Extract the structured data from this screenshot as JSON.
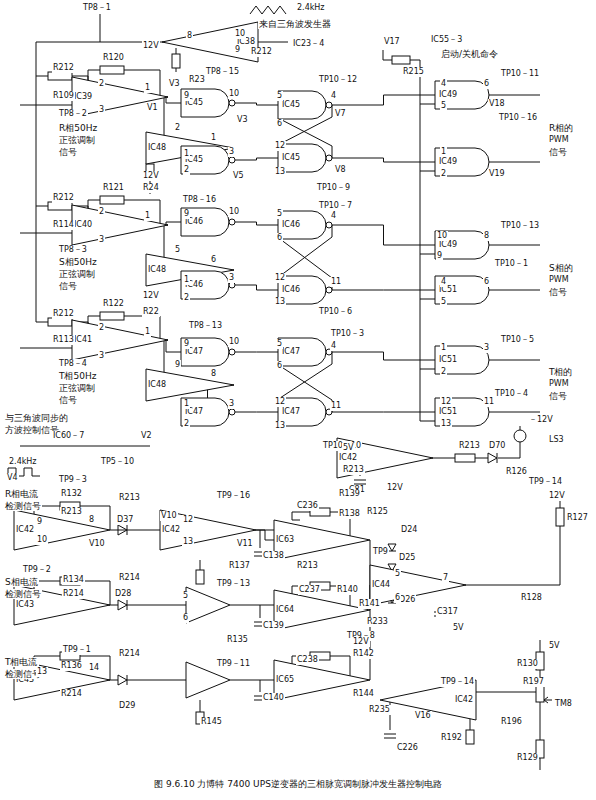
{
  "diagram": {
    "caption": "图 9.6.10 力博特 7400 UPS逆变器的三相脉宽调制脉冲发生器控制电路",
    "nodes": [
      {
        "text": [
          "IC38"
        ]
      },
      {
        "text": [
          "IC39"
        ]
      },
      {
        "text": [
          "IC45"
        ]
      },
      {
        "text": [
          "IC48"
        ]
      },
      {
        "text": [
          "IC45"
        ]
      },
      {
        "text": [
          "IC45"
        ]
      },
      {
        "text": [
          "IC45"
        ]
      },
      {
        "text": [
          "IC49"
        ]
      },
      {
        "text": [
          "IC49"
        ]
      },
      {
        "text": [
          "IC40"
        ]
      },
      {
        "text": [
          "IC46"
        ]
      },
      {
        "text": [
          "IC48"
        ]
      },
      {
        "text": [
          "IC46"
        ]
      },
      {
        "text": [
          "IC46"
        ]
      },
      {
        "text": [
          "IC46"
        ]
      },
      {
        "text": [
          "IC49"
        ]
      },
      {
        "text": [
          "IC51"
        ]
      },
      {
        "text": [
          "IC41"
        ]
      },
      {
        "text": [
          "IC48"
        ]
      },
      {
        "text": [
          "IC47"
        ]
      },
      {
        "text": [
          "IC47"
        ]
      },
      {
        "text": [
          "IC47"
        ]
      },
      {
        "text": [
          "IC47"
        ]
      },
      {
        "text": [
          "IC51"
        ]
      },
      {
        "text": [
          "IC51"
        ]
      },
      {
        "text": [
          "IC42"
        ]
      },
      {
        "text": [
          "IC42"
        ]
      },
      {
        "text": [
          "IC42"
        ]
      },
      {
        "text": [
          "IC63"
        ]
      },
      {
        "text": [
          "IC43"
        ]
      },
      {
        "text": [
          "IC64"
        ]
      },
      {
        "text": [
          "IC43"
        ]
      },
      {
        "text": [
          "IC65"
        ]
      },
      {
        "text": [
          "IC44"
        ]
      },
      {
        "text": [
          "IC42"
        ]
      }
    ],
    "edges": [
      {
        "from": 1,
        "to": 2,
        "arrow": "none"
      },
      {
        "from": 1,
        "to": 3,
        "arrow": "none"
      },
      {
        "from": 2,
        "to": 5,
        "arrow": "none"
      },
      {
        "from": 3,
        "to": 4,
        "arrow": "none"
      },
      {
        "from": 4,
        "to": 6,
        "arrow": "none"
      },
      {
        "from": 5,
        "to": 7,
        "arrow": "none"
      },
      {
        "from": 6,
        "to": 8,
        "arrow": "none"
      },
      {
        "from": 9,
        "to": 10,
        "arrow": "none"
      },
      {
        "from": 9,
        "to": 11,
        "arrow": "none"
      },
      {
        "from": 11,
        "to": 12,
        "arrow": "none"
      },
      {
        "from": 10,
        "to": 13,
        "arrow": "none"
      },
      {
        "from": 12,
        "to": 14,
        "arrow": "none"
      },
      {
        "from": 13,
        "to": 15,
        "arrow": "none"
      },
      {
        "from": 14,
        "to": 16,
        "arrow": "none"
      },
      {
        "from": 17,
        "to": 19,
        "arrow": "none"
      },
      {
        "from": 17,
        "to": 18,
        "arrow": "none"
      },
      {
        "from": 18,
        "to": 20,
        "arrow": "none"
      },
      {
        "from": 19,
        "to": 21,
        "arrow": "none"
      },
      {
        "from": 20,
        "to": 22,
        "arrow": "none"
      },
      {
        "from": 21,
        "to": 23,
        "arrow": "none"
      },
      {
        "from": 22,
        "to": 24,
        "arrow": "none"
      },
      {
        "from": 26,
        "to": 27,
        "arrow": "none"
      },
      {
        "from": 27,
        "to": 28,
        "arrow": "none"
      },
      {
        "from": 28,
        "to": 33,
        "arrow": "none"
      },
      {
        "from": 30,
        "to": 33,
        "arrow": "none"
      },
      {
        "from": 32,
        "to": 33,
        "arrow": "none"
      }
    ],
    "labels": [
      "TP8－1",
      "2.4kHz",
      "来自三角波发生器",
      "10",
      "8",
      "9",
      "R212",
      "IC23－4",
      "12V",
      "V17",
      "IC55－3",
      "启动/关机命令",
      "R215",
      "R120",
      "R23",
      "TP8－15",
      "R212",
      "2",
      "3",
      "1",
      "V1",
      "R109",
      "TP8－2",
      "R相50Hz",
      "正弦调制",
      "信号",
      "V3",
      "9",
      "10",
      "V3",
      "TP10－12",
      "4",
      "V7",
      "5",
      "6",
      "2",
      "1",
      "1",
      "2",
      "3",
      "V5",
      "12",
      "13",
      "V8",
      "TP10－9",
      "12V",
      "R24",
      "TP8－16",
      "4",
      "5",
      "6",
      "V18",
      "TP10－11",
      "TP10－16",
      "R相的",
      "PWM",
      "信号",
      "1",
      "2",
      "V19",
      "R121",
      "R212",
      "2",
      "3",
      "1",
      "R114",
      "TP8－3",
      "S相50Hz",
      "正弦调制",
      "信号",
      "5",
      "6",
      "9",
      "10",
      "1",
      "2",
      "3",
      "TP10－7",
      "5",
      "6",
      "4",
      "12",
      "13",
      "11",
      "TP10－6",
      "10",
      "9",
      "8",
      "TP10－13",
      "TP10－1",
      "S相的",
      "PWM",
      "信号",
      "4",
      "5",
      "6",
      "R122",
      "R212",
      "2",
      "3",
      "1",
      "R113",
      "TP8－4",
      "T相50Hz",
      "正弦调制",
      "信号",
      "12V",
      "R22",
      "TP8－13",
      "9",
      "10",
      "9",
      "8",
      "1",
      "2",
      "3",
      "TP10－3",
      "5",
      "6",
      "4",
      "12",
      "13",
      "11",
      "TP10－10",
      "TP10－5",
      "1",
      "2",
      "3",
      "T相的",
      "PWM",
      "信号",
      "TP10－4",
      "12",
      "13",
      "11",
      "与三角波同步的",
      "方波控制信号",
      "2.4kHz",
      "IC60－7",
      "TP5－10",
      "V2",
      "－12V",
      "LS3",
      "D70",
      "R213",
      "R126",
      "5V",
      "R213",
      "C81",
      "TP9－14",
      "12V",
      "R127",
      "V4",
      "TP9－3",
      "R相电流",
      "检测信号",
      "R132",
      "R213",
      "R213",
      "V10",
      "9",
      "10",
      "8",
      "V10",
      "D37",
      "12",
      "13",
      "TP9－16",
      "V11",
      "R137",
      "C138",
      "C236",
      "R139",
      "R138",
      "R213",
      "12V",
      "R125",
      "D24",
      "D25",
      "TP9",
      "TP9－2",
      "S相电流",
      "检测信号",
      "R134",
      "R214",
      "R214",
      "D28",
      "5",
      "6",
      "TP9－13",
      "R135",
      "C139",
      "C237",
      "R140",
      "R141",
      "TP9－8",
      "R233",
      "D26",
      "5",
      "6",
      "7",
      "C317",
      "5V",
      "R128",
      "TP9－1",
      "T相电流",
      "检测信号",
      "R136",
      "R214",
      "R214",
      "D29",
      "13",
      "14",
      "TP9－11",
      "R145",
      "C140",
      "C238",
      "R142",
      "R144",
      "12V",
      "R235",
      "TP9－14",
      "V16",
      "R197",
      "R196",
      "TM8",
      "R130",
      "5V",
      "R129",
      "R192",
      "C226"
    ]
  }
}
